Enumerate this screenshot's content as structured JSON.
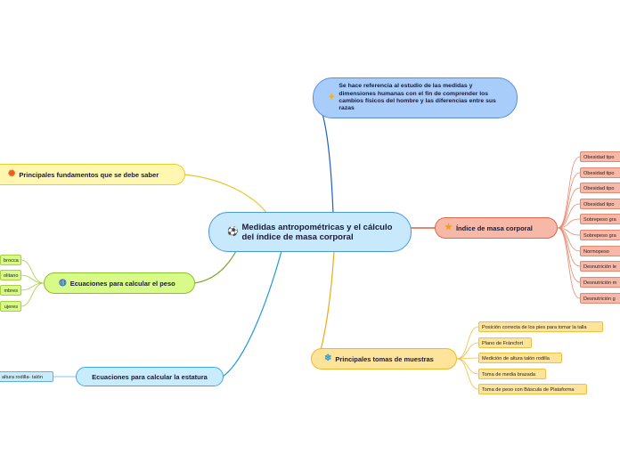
{
  "center": {
    "icon": "soccer-ball-icon",
    "label": "Medidas antropométricas y el cálculo del índice de masa corporal"
  },
  "top": {
    "icon": "star-burst-icon",
    "label": "Se hace referencia al estudio de las medidas y dimensiones humanas con el fin de comprender los cambios físicos del hombre y las diferencias entre sus razas"
  },
  "imc": {
    "icon": "star-icon",
    "label": "Índice de masa corporal",
    "items": [
      "Obesidad tipo",
      "Obesidad tipo",
      "Obesidad tipo",
      "Obesidad tipo",
      "Sobrepeso gra",
      "Sobrepeso gra",
      "Normopeso",
      "Desnutrición le",
      "Desnutrición m",
      "Desnutrición g"
    ]
  },
  "fundamentos": {
    "icon": "sun-icon",
    "label": "Principales fundamentos que se debe saber"
  },
  "peso": {
    "icon": "planet-icon",
    "label": "Ecuaciones para calcular el peso",
    "items": [
      "brocca",
      "olitano",
      "mbres",
      "ujeres"
    ]
  },
  "estatura": {
    "label": "Ecuaciones para calcular la estatura",
    "items": [
      "altura rodilla- talón"
    ]
  },
  "muestras": {
    "icon": "snowflake-icon",
    "label": "Principales tomas de muestras",
    "items": [
      "Posición correcta de los pies para tomar la talla",
      "Plano de Fráncfort",
      "Medición de altura talón rodilla",
      "Toma de media brazada",
      "Toma de peso con Báscula de Plataforma"
    ]
  },
  "colors": {
    "center": "#c8e8fb",
    "top": "#a8cdfb",
    "imc": "#f8b8a8",
    "fundamentos": "#fff6b0",
    "peso": "#d8fa88",
    "estatura": "#c8ecfb",
    "muestras": "#fee49a"
  }
}
